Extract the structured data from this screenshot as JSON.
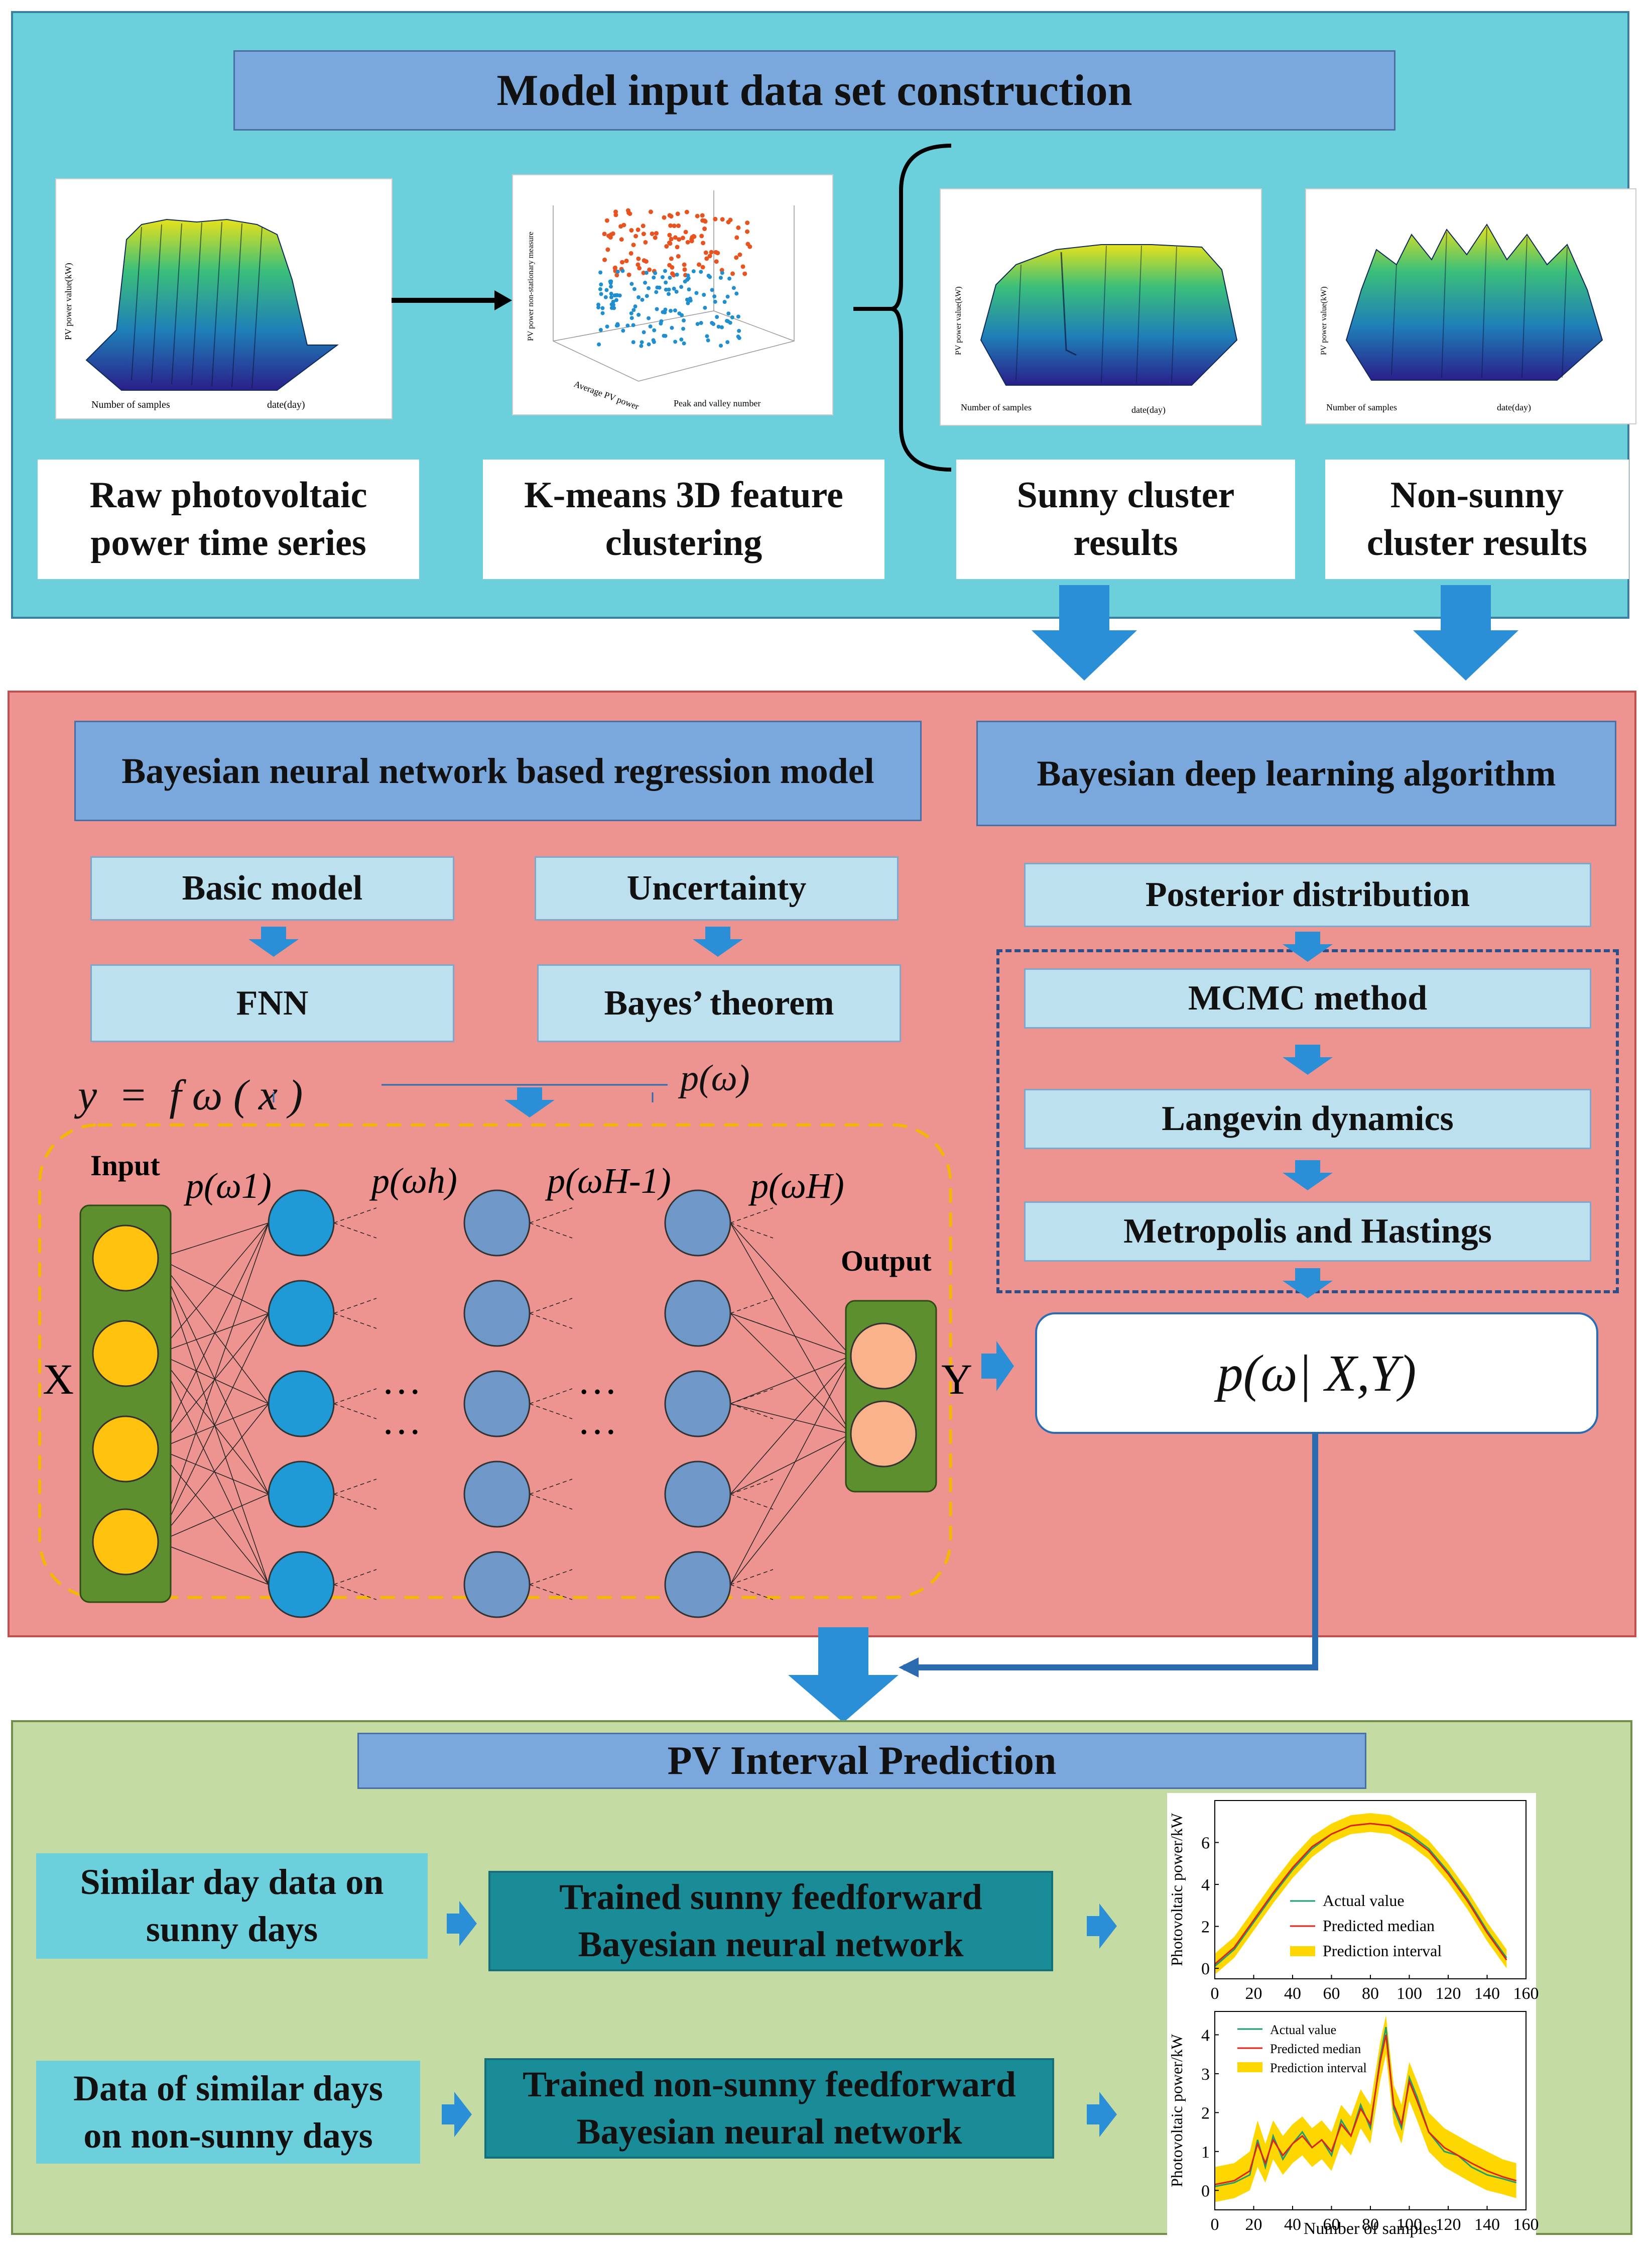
{
  "section_input": {
    "title": "Model input data set construction",
    "labels": [
      "Raw photovoltaic power time series",
      "K-means 3D feature clustering",
      "Sunny cluster results",
      "Non-sunny cluster results"
    ],
    "thumbs": {
      "raw": {
        "zlabel": "PV power value(kW)",
        "xlabel": "Number of samples",
        "ylabel": "date(day)"
      },
      "kmeans": {
        "zlabel": "PV power non-stationary measure",
        "xlabel": "Average PV power",
        "ylabel": "Peak and valley number"
      },
      "sunny": {
        "zlabel": "PV power value(kW)",
        "xlabel": "Number of samples",
        "ylabel": "date(day)"
      },
      "nonsunny": {
        "zlabel": "PV power value(kW)",
        "xlabel": "Number of samples",
        "ylabel": "date(day)"
      }
    }
  },
  "section_model": {
    "bnn_title": "Bayesian neural network based regression model",
    "bdl_title": "Bayesian deep learning algorithm",
    "basic_model": "Basic model",
    "uncertainty": "Uncertainty",
    "fnn": "FNN",
    "bayes": "Bayes’ theorem",
    "equation": "y  =  f ω ( x )",
    "prior": "p(ω)",
    "posterior_dist": "Posterior distribution",
    "mcmc": "MCMC method",
    "langevin": "Langevin dynamics",
    "metropolis": "Metropolis and Hastings",
    "posterior_formula": "p(ω| X,Y)",
    "nn": {
      "input_label": "Input",
      "output_label": "Output",
      "x": "X",
      "y": "Y",
      "w1": "p(ω1)",
      "wh": "p(ωh)",
      "wH1": "p(ωH-1)",
      "wH": "p(ωH)",
      "dots": "…"
    }
  },
  "section_pred": {
    "title": "PV Interval Prediction",
    "sunny_input": "Similar day data on sunny days",
    "sunny_model": "Trained sunny feedforward Bayesian neural network",
    "nonsunny_input": "Data of similar days on non-sunny days",
    "nonsunny_model": "Trained non-sunny feedforward Bayesian neural network"
  },
  "chart_data": [
    {
      "type": "line",
      "ylabel": "Photovoltaic power/kW",
      "xlim": [
        0,
        160
      ],
      "ylim": [
        -0.5,
        8
      ],
      "xticks": [
        0,
        20,
        40,
        60,
        80,
        100,
        120,
        140,
        160
      ],
      "yticks": [
        0,
        2,
        4,
        6
      ],
      "legend": [
        "Actual value",
        "Predicted median",
        "Prediction interval"
      ],
      "colors": {
        "actual": "#1f9e6e",
        "median": "#e2231a",
        "interval": "#ffd700"
      },
      "series": [
        {
          "name": "Actual value",
          "x": [
            0,
            10,
            20,
            30,
            40,
            50,
            60,
            70,
            80,
            90,
            100,
            110,
            120,
            130,
            140,
            150
          ],
          "values": [
            0.1,
            0.9,
            2.2,
            3.5,
            4.7,
            5.7,
            6.4,
            6.8,
            6.9,
            6.8,
            6.4,
            5.7,
            4.6,
            3.3,
            1.8,
            0.5
          ]
        },
        {
          "name": "Predicted median",
          "x": [
            0,
            10,
            20,
            30,
            40,
            50,
            60,
            70,
            80,
            90,
            100,
            110,
            120,
            130,
            140,
            150
          ],
          "values": [
            0.2,
            1.0,
            2.3,
            3.6,
            4.8,
            5.8,
            6.4,
            6.8,
            6.9,
            6.8,
            6.3,
            5.6,
            4.5,
            3.2,
            1.7,
            0.4
          ]
        },
        {
          "name": "Prediction interval",
          "x": [
            0,
            10,
            20,
            30,
            40,
            50,
            60,
            70,
            80,
            90,
            100,
            110,
            120,
            130,
            140,
            150
          ],
          "lower": [
            -0.3,
            0.5,
            1.8,
            3.1,
            4.3,
            5.3,
            6.0,
            6.4,
            6.5,
            6.4,
            5.9,
            5.2,
            4.1,
            2.8,
            1.3,
            0.0
          ],
          "upper": [
            0.7,
            1.5,
            2.8,
            4.1,
            5.3,
            6.3,
            6.9,
            7.3,
            7.4,
            7.3,
            6.8,
            6.1,
            5.0,
            3.7,
            2.2,
            0.9
          ]
        }
      ]
    },
    {
      "type": "line",
      "ylabel": "Photovoltaic power/kW",
      "xlabel": "Number of samples",
      "xlim": [
        0,
        160
      ],
      "ylim": [
        -0.5,
        4.6
      ],
      "xticks": [
        0,
        20,
        40,
        60,
        80,
        100,
        120,
        140,
        160
      ],
      "yticks": [
        0,
        1,
        2,
        3,
        4
      ],
      "legend": [
        "Actual value",
        "Predicted median",
        "Prediction interval"
      ],
      "colors": {
        "actual": "#1f9e6e",
        "median": "#e2231a",
        "interval": "#ffd700"
      },
      "series": [
        {
          "name": "Actual value",
          "x": [
            0,
            10,
            18,
            22,
            26,
            30,
            35,
            40,
            45,
            50,
            55,
            60,
            65,
            70,
            75,
            80,
            85,
            88,
            92,
            96,
            100,
            104,
            110,
            118,
            125,
            132,
            140,
            148,
            155
          ],
          "values": [
            0.1,
            0.2,
            0.4,
            1.3,
            0.6,
            1.4,
            0.8,
            1.2,
            1.5,
            1.1,
            1.3,
            0.9,
            1.8,
            1.4,
            2.2,
            1.6,
            3.4,
            4.2,
            2.1,
            1.6,
            2.9,
            2.4,
            1.5,
            1.0,
            0.9,
            0.6,
            0.4,
            0.3,
            0.2
          ]
        },
        {
          "name": "Predicted median",
          "x": [
            0,
            10,
            18,
            22,
            26,
            30,
            35,
            40,
            45,
            50,
            55,
            60,
            65,
            70,
            75,
            80,
            85,
            88,
            92,
            96,
            100,
            104,
            110,
            118,
            125,
            132,
            140,
            148,
            155
          ],
          "values": [
            0.15,
            0.25,
            0.5,
            1.2,
            0.7,
            1.3,
            0.9,
            1.2,
            1.4,
            1.1,
            1.3,
            1.0,
            1.7,
            1.4,
            2.1,
            1.7,
            3.3,
            4.0,
            2.2,
            1.7,
            2.8,
            2.3,
            1.5,
            1.1,
            0.9,
            0.7,
            0.5,
            0.35,
            0.25
          ]
        },
        {
          "name": "Prediction interval",
          "x": [
            0,
            10,
            18,
            22,
            26,
            30,
            35,
            40,
            45,
            50,
            55,
            60,
            65,
            70,
            75,
            80,
            85,
            88,
            92,
            96,
            100,
            104,
            110,
            118,
            125,
            132,
            140,
            148,
            155
          ],
          "lower": [
            -0.3,
            -0.2,
            0.0,
            0.6,
            0.2,
            0.8,
            0.4,
            0.7,
            0.9,
            0.6,
            0.8,
            0.5,
            1.2,
            0.9,
            1.6,
            1.2,
            2.8,
            3.5,
            1.7,
            1.2,
            2.3,
            1.8,
            1.0,
            0.6,
            0.4,
            0.2,
            0.0,
            -0.1,
            -0.2
          ],
          "upper": [
            0.6,
            0.7,
            1.0,
            1.8,
            1.2,
            1.8,
            1.4,
            1.7,
            1.9,
            1.6,
            1.8,
            1.5,
            2.2,
            1.9,
            2.6,
            2.2,
            3.8,
            4.5,
            2.7,
            2.2,
            3.3,
            2.8,
            2.0,
            1.6,
            1.4,
            1.2,
            1.0,
            0.8,
            0.7
          ]
        }
      ]
    }
  ]
}
